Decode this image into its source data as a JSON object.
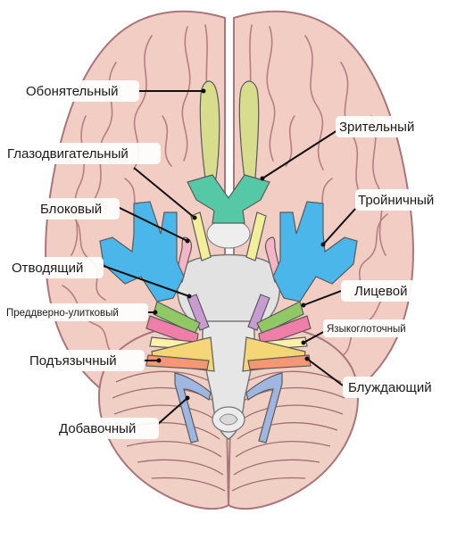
{
  "labels": {
    "olfactory": "Обонятельный",
    "optic": "Зрительный",
    "oculomotor": "Глазодвигательный",
    "trochlear": "Блоковый",
    "trigeminal": "Тройничный",
    "abducens": "Отводящий",
    "facial": "Лицевой",
    "vestibulocochlear": "Преддверно-улитковый",
    "glossopharyngeal": "Языкоглоточный",
    "hypoglossal": "Подъязычный",
    "vagus": "Блуждающий",
    "accessory": "Добавочный"
  },
  "colors": {
    "brain": "#f2cdc4",
    "brain_outline": "#a9767a",
    "cerebellum": "#f0cfc4",
    "brainstem": "#e2e2e2",
    "olfactory": "#d7dd8c",
    "optic": "#55c9a6",
    "oculomotor": "#f3ee9a",
    "trochlear": "#f4b6c6",
    "trigeminal": "#4ab6ea",
    "abducens": "#c99bd3",
    "facial": "#8fc865",
    "vestibulocochlear": "#ef7fa8",
    "glossopharyngeal": "#fff1a6",
    "hypoglossal": "#f39872",
    "vagus": "#f5d676",
    "accessory": "#9fb7e0"
  }
}
